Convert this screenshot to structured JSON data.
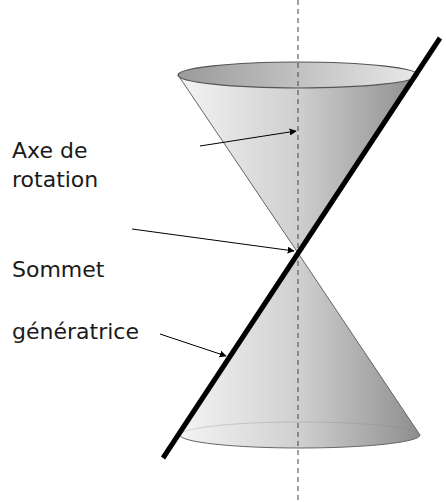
{
  "diagram": {
    "labels": [
      "Axe de rotation",
      "Sommet",
      "génératrice"
    ]
  }
}
